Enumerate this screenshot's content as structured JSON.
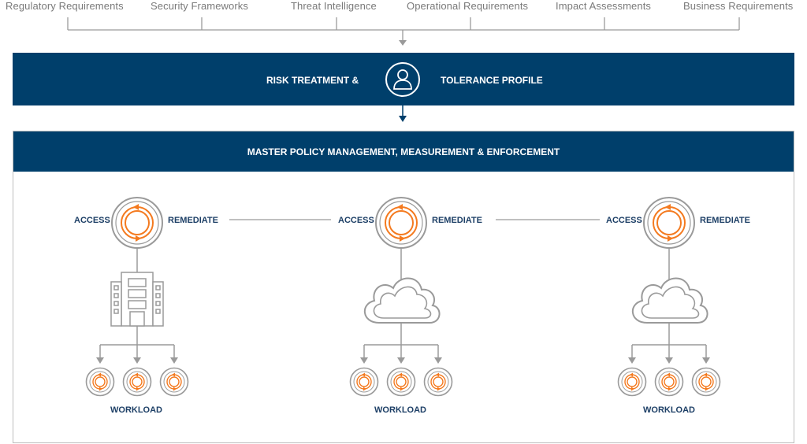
{
  "requirements": [
    "Regulatory Requirements",
    "Security Frameworks",
    "Threat Intelligence",
    "Operational Requirements",
    "Impact Assessments",
    "Business Requirements"
  ],
  "risk_band": {
    "left": "RISK TREATMENT &",
    "right": "TOLERANCE PROFILE",
    "icon": "user-icon"
  },
  "policy_band": {
    "title": "MASTER POLICY MANAGEMENT, MEASUREMENT & ENFORCEMENT"
  },
  "environments": [
    {
      "type": "building-icon",
      "access": "ACCESS",
      "remediate": "REMEDIATE",
      "workload": "WORKLOAD"
    },
    {
      "type": "cloud-icon",
      "access": "ACCESS",
      "remediate": "REMEDIATE",
      "workload": "WORKLOAD"
    },
    {
      "type": "cloud-icon",
      "access": "ACCESS",
      "remediate": "REMEDIATE",
      "workload": "WORKLOAD"
    }
  ],
  "colors": {
    "navy": "#003f6b",
    "orange": "#f47a1f",
    "gray": "#9a9a9a",
    "label": "#1d3f66"
  }
}
